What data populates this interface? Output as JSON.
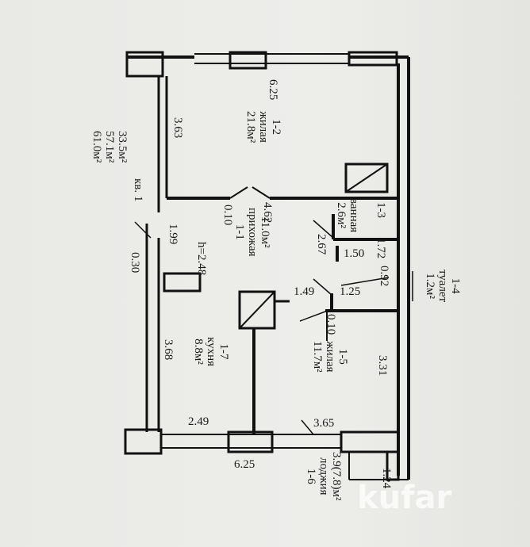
{
  "plan": {
    "apartment": "кв. 1",
    "totals": [
      "33.5м²",
      "57.1м²",
      "61.0м²"
    ],
    "height": "h=2.48",
    "rooms": [
      {
        "id": "1-2",
        "name": "жилая",
        "area": "21.8м²"
      },
      {
        "id": "1-1",
        "name": "прихожая",
        "area": "11.0м²"
      },
      {
        "id": "1-3",
        "name": "ванная",
        "area": "2.6м²"
      },
      {
        "id": "1-4",
        "name": "туалет",
        "area": "1.2м²"
      },
      {
        "id": "1-5",
        "name": "жилая",
        "area": "11.7м²"
      },
      {
        "id": "1-7",
        "name": "кухня",
        "area": "8.8м²"
      },
      {
        "id": "1-6",
        "name": "лоджия",
        "area": "3.9(7.8)м²"
      }
    ],
    "dimensions": {
      "top": "6.25",
      "left_upper": "3.63",
      "door_1_2": "4.62",
      "wall_010_a": "0.10",
      "hall": "1.99",
      "wall_030": "0.30",
      "bath_len": "2.67",
      "bath_w": "1.50",
      "bath_172": "1.72",
      "wc_092": "0.92",
      "hall_149": "1.49",
      "wc_125": "1.25",
      "wall_010_b": "0.10",
      "room5": "3.31",
      "kitchen_len": "3.68",
      "kitchen_w": "2.49",
      "bottom": "6.25",
      "room5_w": "3.65",
      "loggia": "1.24"
    }
  },
  "watermark": "kufar"
}
